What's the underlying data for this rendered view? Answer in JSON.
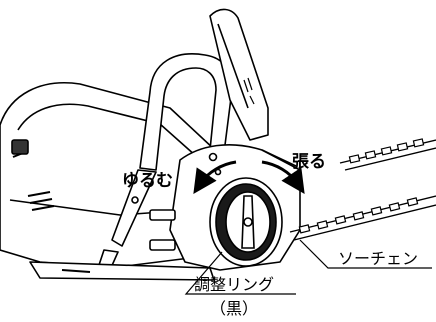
{
  "labels": {
    "loosen": "ゆるむ",
    "tighten": "張る",
    "saw_chain": "ソーチェン",
    "adjust_ring": "調整リング",
    "adjust_ring_color": "（黒）"
  },
  "colors": {
    "line": "#000000",
    "fill": "#ffffff",
    "shade": "#1a1a1a"
  }
}
